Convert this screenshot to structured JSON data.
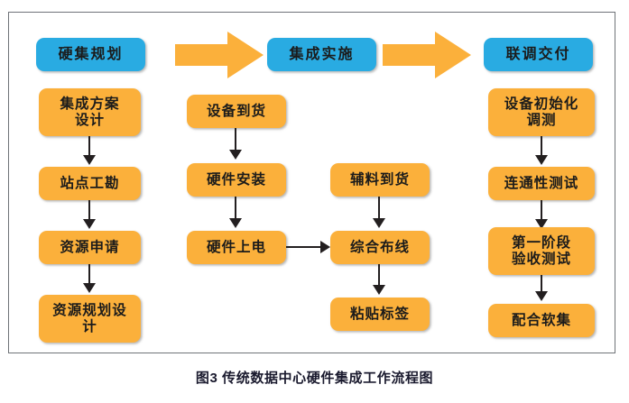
{
  "figure": {
    "caption_number": "图3",
    "caption_text": "传统数据中心硬件集成工作流程图",
    "caption_full": "图3    传统数据中心硬件集成工作流程图",
    "colors": {
      "phase_fill": "#29abe2",
      "task_fill": "#fbb03b",
      "arrow_fill": "#fbb03b",
      "connector": "#231f20",
      "frame_border": "#6f7378",
      "text": "#1b1b1b",
      "caption_text": "#1a1a2e",
      "background": "#ffffff"
    }
  },
  "phases": [
    {
      "id": "phase-1",
      "label": "硬集规划"
    },
    {
      "id": "phase-2",
      "label": "集成实施"
    },
    {
      "id": "phase-3",
      "label": "联调交付"
    }
  ],
  "phase_arrows": [
    {
      "id": "phase-arrow-1",
      "name": "block-arrow-right-icon",
      "from": "硬集规划",
      "to": "集成实施"
    },
    {
      "id": "phase-arrow-2",
      "name": "block-arrow-right-icon",
      "from": "集成实施",
      "to": "联调交付"
    }
  ],
  "columns": [
    {
      "id": "column-1",
      "phase": "硬集规划",
      "tasks": [
        {
          "id": "task-1-1",
          "label": "集成方案\n设计",
          "lines": 2
        },
        {
          "id": "task-1-2",
          "label": "站点工勘",
          "lines": 1
        },
        {
          "id": "task-1-3",
          "label": "资源申请",
          "lines": 1
        },
        {
          "id": "task-1-4",
          "label": "资源规划设\n计",
          "lines": 2
        }
      ]
    },
    {
      "id": "column-2",
      "phase": "集成实施",
      "tasks": [
        {
          "id": "task-2-1",
          "label": "设备到货",
          "lines": 1
        },
        {
          "id": "task-2-2",
          "label": "硬件安装",
          "lines": 1
        },
        {
          "id": "task-2-3",
          "label": "硬件上电",
          "lines": 1
        }
      ]
    },
    {
      "id": "column-3",
      "phase": "集成实施",
      "tasks": [
        {
          "id": "task-3-1",
          "label": "辅料到货",
          "lines": 1
        },
        {
          "id": "task-3-2",
          "label": "综合布线",
          "lines": 1
        },
        {
          "id": "task-3-3",
          "label": "粘贴标签",
          "lines": 1
        }
      ]
    },
    {
      "id": "column-4",
      "phase": "联调交付",
      "tasks": [
        {
          "id": "task-4-1",
          "label": "设备初始化\n调测",
          "lines": 2
        },
        {
          "id": "task-4-2",
          "label": "连通性测试",
          "lines": 1
        },
        {
          "id": "task-4-3",
          "label": "第一阶段\n验收测试",
          "lines": 2
        },
        {
          "id": "task-4-4",
          "label": "配合软集",
          "lines": 1
        }
      ]
    }
  ],
  "connectors": [
    {
      "id": "conn-1-1",
      "from": "集成方案设计",
      "to": "站点工勘",
      "direction": "down"
    },
    {
      "id": "conn-1-2",
      "from": "站点工勘",
      "to": "资源申请",
      "direction": "down"
    },
    {
      "id": "conn-1-3",
      "from": "资源申请",
      "to": "资源规划设计",
      "direction": "down"
    },
    {
      "id": "conn-2-1",
      "from": "设备到货",
      "to": "硬件安装",
      "direction": "down"
    },
    {
      "id": "conn-2-2",
      "from": "硬件安装",
      "to": "硬件上电",
      "direction": "down"
    },
    {
      "id": "conn-2-3",
      "from": "硬件上电",
      "to": "综合布线",
      "direction": "right"
    },
    {
      "id": "conn-3-1",
      "from": "辅料到货",
      "to": "综合布线",
      "direction": "down"
    },
    {
      "id": "conn-3-2",
      "from": "综合布线",
      "to": "粘贴标签",
      "direction": "down"
    },
    {
      "id": "conn-4-1",
      "from": "设备初始化调测",
      "to": "连通性测试",
      "direction": "down"
    },
    {
      "id": "conn-4-2",
      "from": "连通性测试",
      "to": "第一阶段验收测试",
      "direction": "down"
    },
    {
      "id": "conn-4-3",
      "from": "第一阶段验收测试",
      "to": "配合软集",
      "direction": "down"
    }
  ]
}
